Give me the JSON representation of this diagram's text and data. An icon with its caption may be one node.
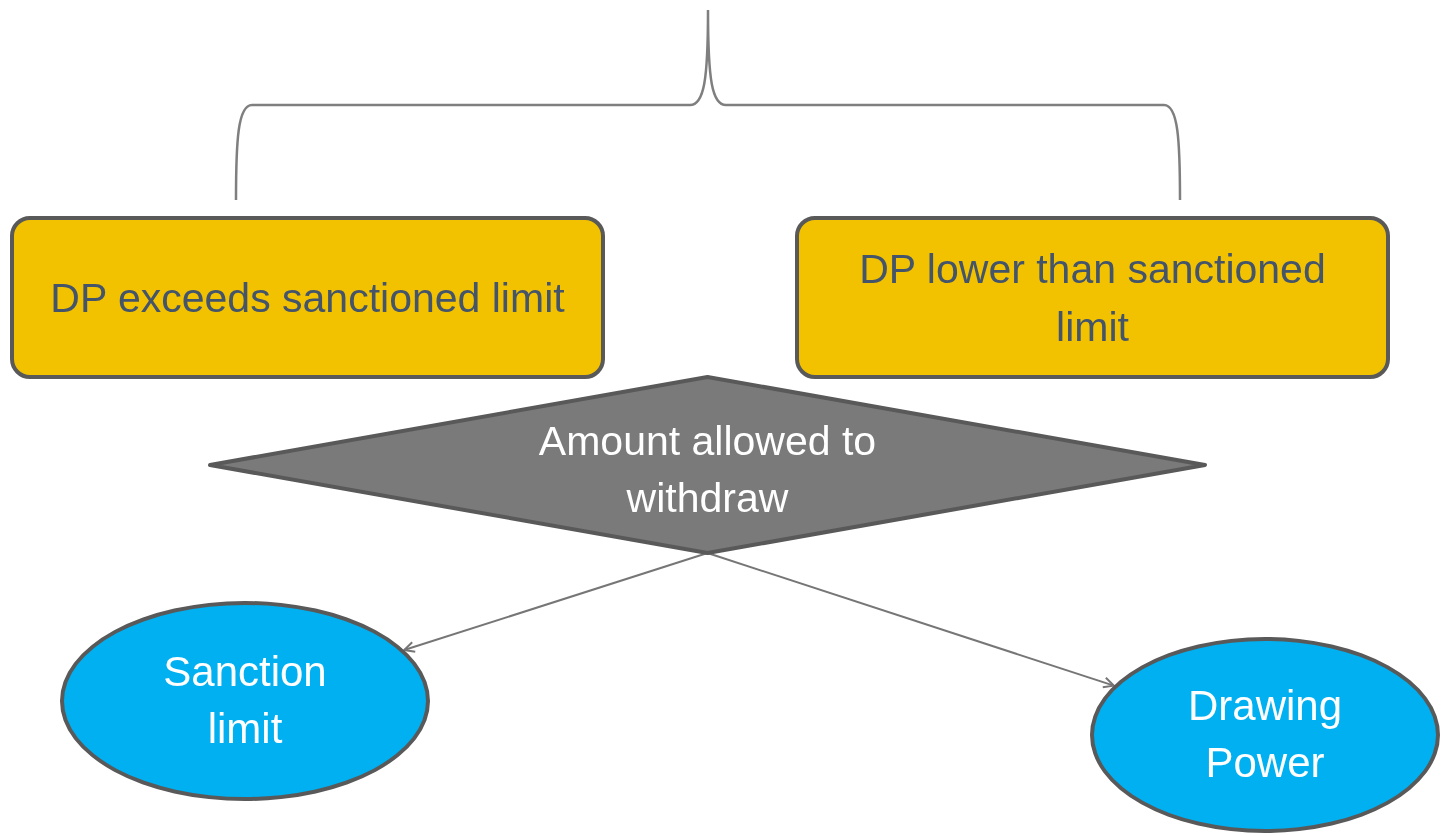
{
  "diagram": {
    "nodes": [
      {
        "text": [
          "DP exceeds sanctioned limit"
        ]
      },
      {
        "text": [
          "DP lower than sanctioned limit"
        ]
      },
      {
        "text": [
          "Amount allowed to withdraw"
        ]
      },
      {
        "text": [
          "Sanction limit"
        ]
      },
      {
        "text": [
          "Drawing Power"
        ]
      }
    ],
    "edges": [
      {
        "from": 2,
        "to": 3,
        "arrow": "to"
      },
      {
        "from": 2,
        "to": 4,
        "arrow": "to"
      }
    ]
  }
}
